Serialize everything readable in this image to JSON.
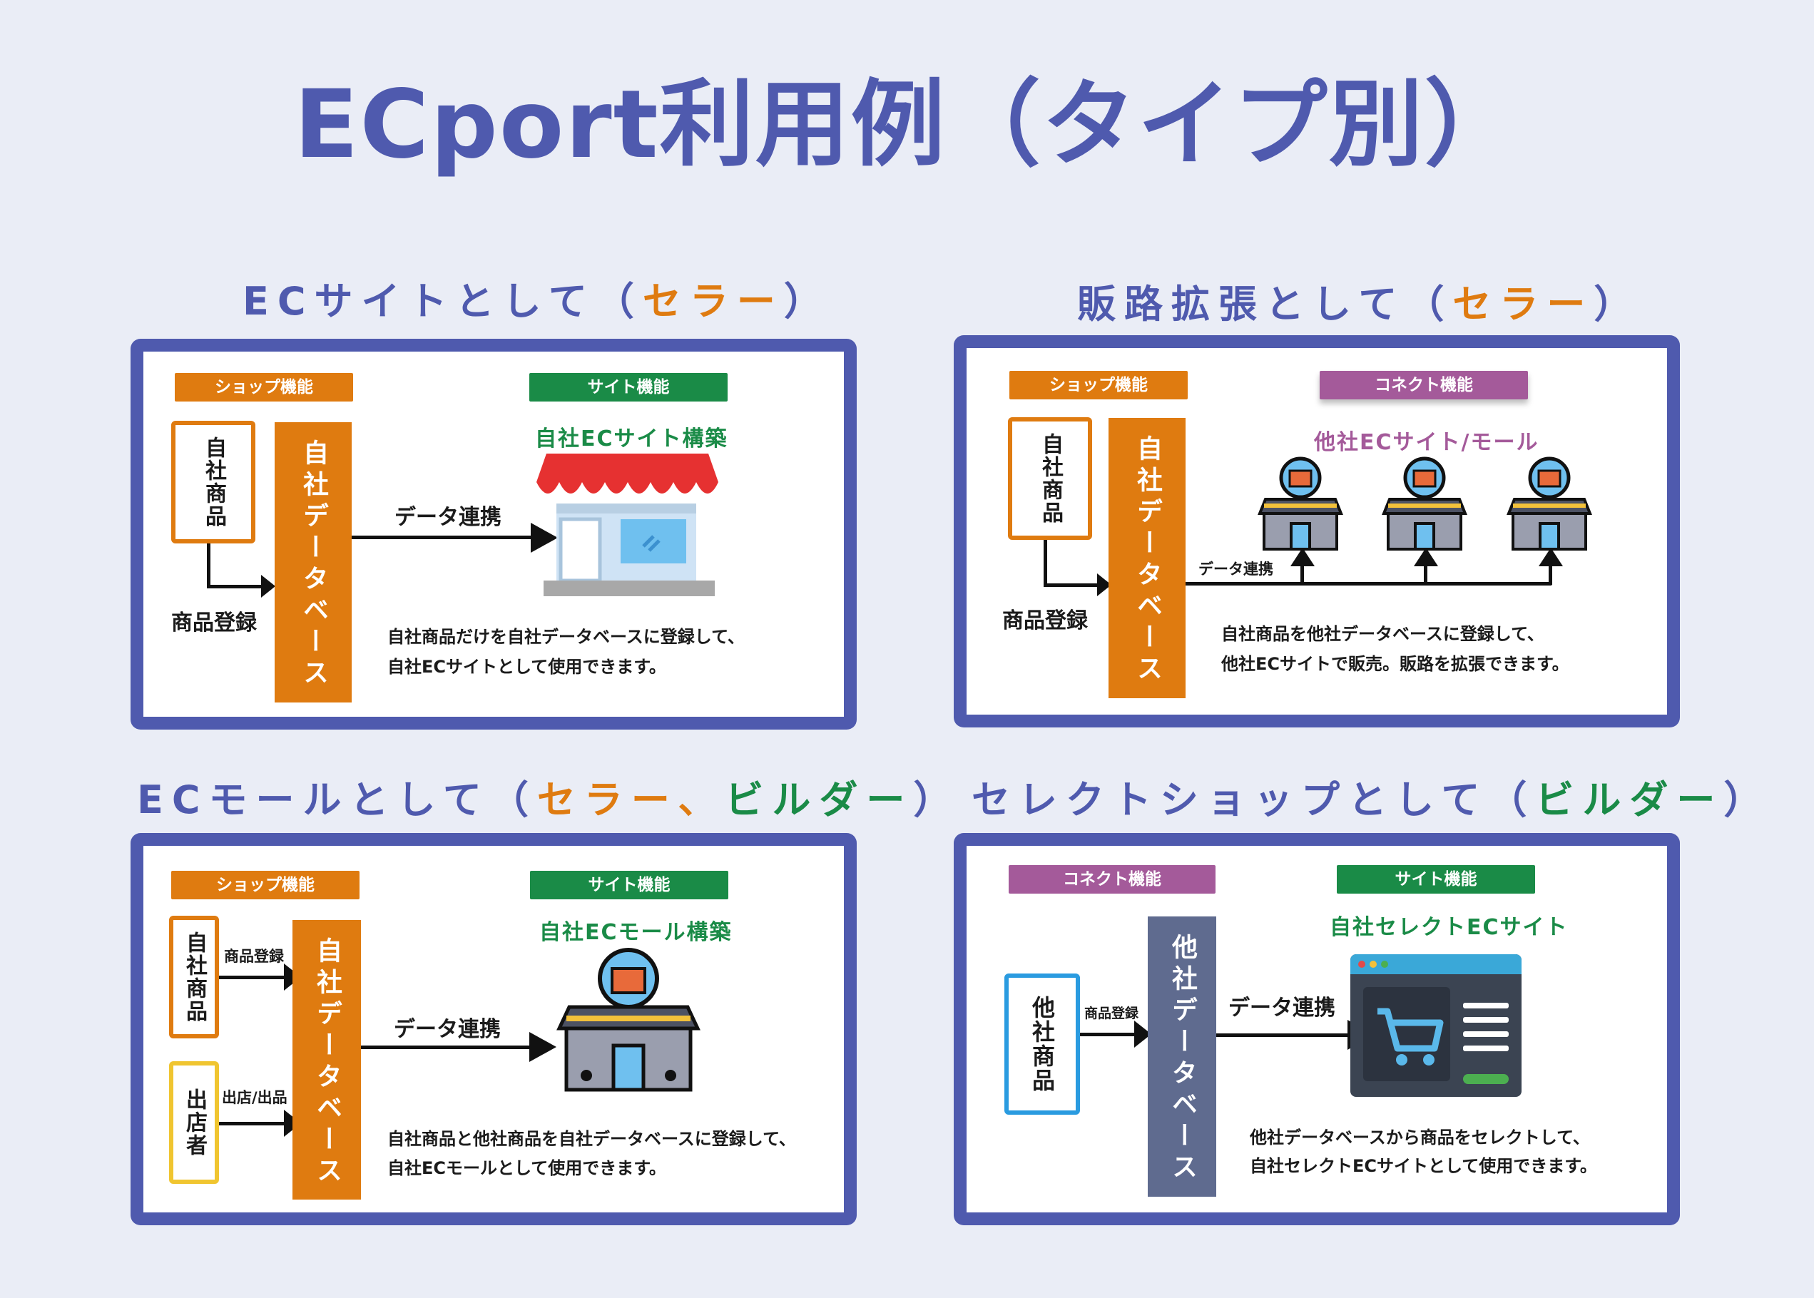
{
  "title": "ECport利用例（タイプ別）",
  "sections": [
    {
      "title_pre": "ECサイトとして（",
      "title_hl1": "セラー",
      "title_post": "）",
      "tag_left": "ショップ機能",
      "tag_right": "サイト機能",
      "product_box": "自社商品",
      "register_label": "商品登録",
      "database": "自社データベース",
      "link_label": "データ連携",
      "caption": "自社ECサイト構築",
      "desc_line1": "自社商品だけを自社データベースに登録して、",
      "desc_line2": "自社ECサイトとして使用できます。",
      "icon": "shop-storefront-icon"
    },
    {
      "title_pre": "販路拡張として（",
      "title_hl1": "セラー",
      "title_post": "）",
      "tag_left": "ショップ機能",
      "tag_right": "コネクト機能",
      "product_box": "自社商品",
      "register_label": "商品登録",
      "database": "自社データベース",
      "link_label": "データ連携",
      "caption": "他社ECサイト/モール",
      "desc_line1": "自社商品を他社データベースに登録して、",
      "desc_line2": "他社ECサイトで販売。販路を拡張できます。",
      "icon": "mall-building-icon"
    },
    {
      "title_pre": "ECモールとして（",
      "title_hl1": "セラー",
      "title_mid": "、",
      "title_hl2": "ビルダー",
      "title_post": "）",
      "tag_left": "ショップ機能",
      "tag_right": "サイト機能",
      "product_box": "自社商品",
      "register_label": "商品登録",
      "seller_box": "出店者",
      "seller_label": "出店/出品",
      "database": "自社データベース",
      "link_label": "データ連携",
      "caption": "自社ECモール構築",
      "desc_line1": "自社商品と他社商品を自社データベースに登録して、",
      "desc_line2": "自社ECモールとして使用できます。",
      "icon": "mall-building-icon"
    },
    {
      "title_pre": "セレクトショップとして（",
      "title_hl2": "ビルダー",
      "title_post": "）",
      "tag_left": "コネクト機能",
      "tag_right": "サイト機能",
      "product_box": "他社商品",
      "register_label": "商品登録",
      "database": "他社データベース",
      "link_label": "データ連携",
      "caption": "自社セレクトECサイト",
      "desc_line1": "他社データベースから商品をセレクトして、",
      "desc_line2": "自社セレクトECサイトとして使用できます。",
      "icon": "web-cart-window-icon"
    }
  ],
  "colors": {
    "title": "#4f5aae",
    "seller": "#df7b10",
    "builder": "#1a8b47",
    "connect": "#a45a9a",
    "other_db": "#5f6b8f",
    "other_product_border": "#2a9be0",
    "seller_box_border": "#f0c530"
  }
}
